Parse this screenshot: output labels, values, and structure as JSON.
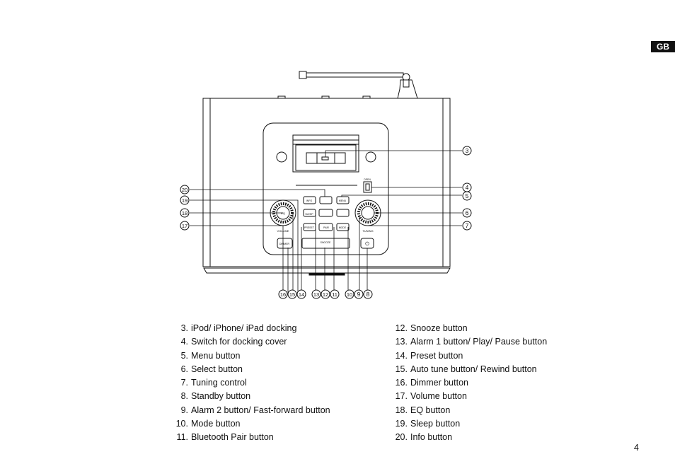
{
  "language_tab": "GB",
  "page_number": "4",
  "callouts": [
    "3",
    "4",
    "5",
    "6",
    "7",
    "8",
    "9",
    "10",
    "11",
    "12",
    "13",
    "14",
    "15",
    "16",
    "17",
    "18",
    "19",
    "20"
  ],
  "device_labels": {
    "volume": "VOLUME",
    "tuning": "TUNING",
    "dimmer": "DIMMER",
    "snooze": "SNOOZE",
    "info": "INFO",
    "menu": "MENU",
    "preset": "PRESET",
    "mode": "MODE",
    "pair": "PAIR",
    "sleep": "SLEEP",
    "eq": "EQ",
    "open": "OPEN"
  },
  "legend_left": [
    {
      "num": "3.",
      "text": "iPod/ iPhone/ iPad docking"
    },
    {
      "num": "4.",
      "text": "Switch for docking cover"
    },
    {
      "num": "5.",
      "text": "Menu button"
    },
    {
      "num": "6.",
      "text": "Select button"
    },
    {
      "num": "7.",
      "text": "Tuning control"
    },
    {
      "num": "8.",
      "text": "Standby button"
    },
    {
      "num": "9.",
      "text": "Alarm 2 button/ Fast-forward button"
    },
    {
      "num": "10.",
      "text": "Mode button"
    },
    {
      "num": "11.",
      "text": "Bluetooth Pair button"
    }
  ],
  "legend_right": [
    {
      "num": "12.",
      "text": "Snooze button"
    },
    {
      "num": "13.",
      "text": "Alarm 1 button/ Play/ Pause button"
    },
    {
      "num": "14.",
      "text": "Preset button"
    },
    {
      "num": "15.",
      "text": "Auto tune button/ Rewind button"
    },
    {
      "num": "16.",
      "text": "Dimmer button"
    },
    {
      "num": "17.",
      "text": "Volume button"
    },
    {
      "num": "18.",
      "text": "EQ button"
    },
    {
      "num": "19.",
      "text": "Sleep button"
    },
    {
      "num": "20.",
      "text": "Info button"
    }
  ]
}
